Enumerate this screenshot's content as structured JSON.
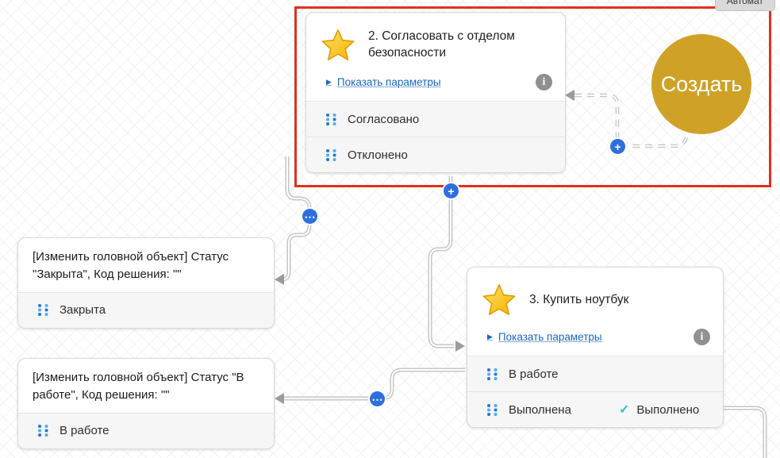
{
  "toolbar": {
    "button_label": "Автомат"
  },
  "create_button": {
    "label": "Создать"
  },
  "node_approve": {
    "title": "2. Согласовать с отделом безопасности",
    "params_link": "Показать параметры",
    "outcomes": [
      {
        "label": "Согласовано"
      },
      {
        "label": "Отклонено"
      }
    ]
  },
  "node_buy": {
    "title": "3. Купить ноутбук",
    "params_link": "Показать параметры",
    "outcomes": [
      {
        "label": "В работе"
      },
      {
        "label": "Выполнена",
        "status": "Выполнено"
      }
    ]
  },
  "node_closed": {
    "title": "[Изменить головной объект] Статус \"Закрыта\", Код решения: \"\"",
    "outcomes": [
      {
        "label": "Закрыта"
      }
    ]
  },
  "node_inwork": {
    "title": "[Изменить головной объект] Статус \"В работе\", Код решения: \"\"",
    "outcomes": [
      {
        "label": "В работе"
      }
    ]
  },
  "icons": {
    "params_expand": "▶",
    "info": "i",
    "check": "✓",
    "add": "+",
    "more": "⋯"
  },
  "colors": {
    "selection_red": "#e3301c",
    "connector_gray": "#c6c6c6",
    "icon_blue": "#2e6fe0",
    "link_blue": "#1a66c4",
    "create_gold": "#cfa227",
    "check_teal": "#29c5cf"
  }
}
